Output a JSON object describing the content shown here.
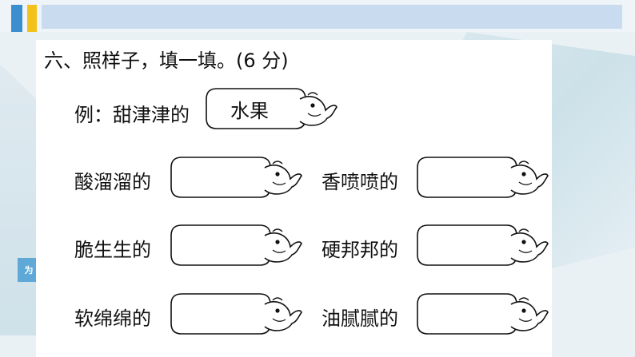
{
  "side_tag": "为",
  "title": "六、照样子，填一填。(6 分)",
  "example": {
    "label": "例：甜津津的",
    "answer": "水果"
  },
  "items": [
    {
      "label": "酸溜溜的",
      "answer": ""
    },
    {
      "label": "香喷喷的",
      "answer": ""
    },
    {
      "label": "脆生生的",
      "answer": ""
    },
    {
      "label": "硬邦邦的",
      "answer": ""
    },
    {
      "label": "软绵绵的",
      "answer": ""
    },
    {
      "label": "油腻腻的",
      "answer": ""
    }
  ],
  "colors": {
    "accent_blue": "#3a8fd0",
    "accent_yellow": "#f2c21a",
    "strip": "#c9dcef"
  },
  "icon": "whale-bubble-icon"
}
